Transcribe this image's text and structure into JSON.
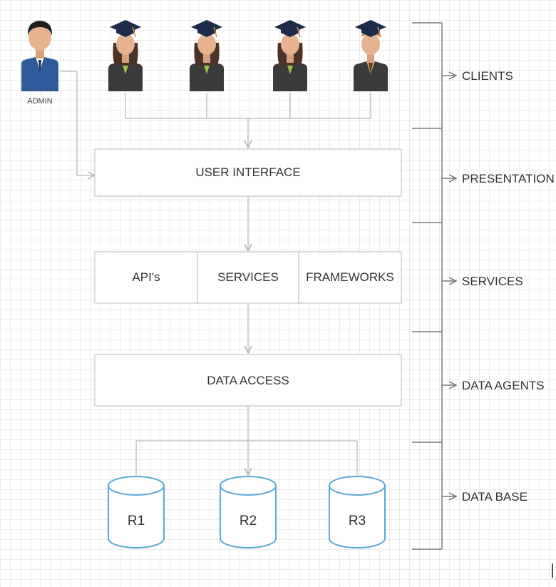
{
  "actors": {
    "admin_label": "ADMIN"
  },
  "layers": {
    "user_interface": "USER INTERFACE",
    "apis": "API's",
    "services": "SERVICES",
    "frameworks": "FRAMEWORKS",
    "data_access": "DATA ACCESS"
  },
  "databases": [
    "R1",
    "R2",
    "R3"
  ],
  "tiers": [
    "CLIENTS",
    "PRESENTATION",
    "SERVICES",
    "DATA AGENTS",
    "DATA BASE"
  ],
  "colors": {
    "line": "#b8b8b8",
    "box_border": "#c4c4c4",
    "db_stroke": "#5aa9d6",
    "bracket": "#7a7a7a",
    "admin_suit": "#2f5b9a",
    "cap": "#1d2c4a",
    "gown": "#3a3a3a",
    "collar": "#9dc24a",
    "skin": "#e7b38f"
  },
  "icons": {
    "admin": "admin-person-icon",
    "student": "graduate-student-icon",
    "database": "database-cylinder-icon"
  }
}
